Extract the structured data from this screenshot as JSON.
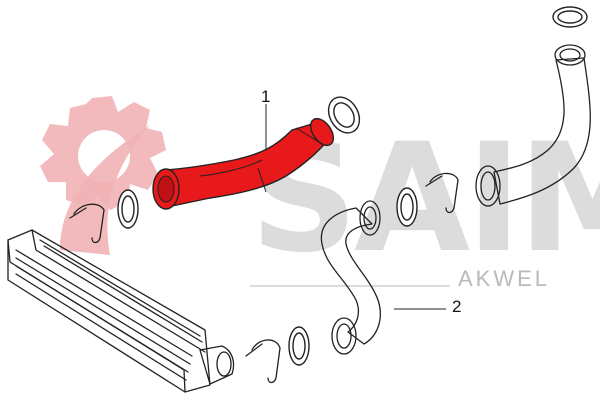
{
  "diagram": {
    "callouts": [
      {
        "number": "1",
        "part": "highlighted-hose"
      },
      {
        "number": "2",
        "part": "lower-pipe"
      }
    ],
    "watermark": {
      "logo_text": "SAIM",
      "brand_text": "AKWEL"
    },
    "colors": {
      "highlight": "#e8191b",
      "gear": "#f2b3b6",
      "watermark": "#d9d9d9",
      "outline": "#222222"
    }
  }
}
